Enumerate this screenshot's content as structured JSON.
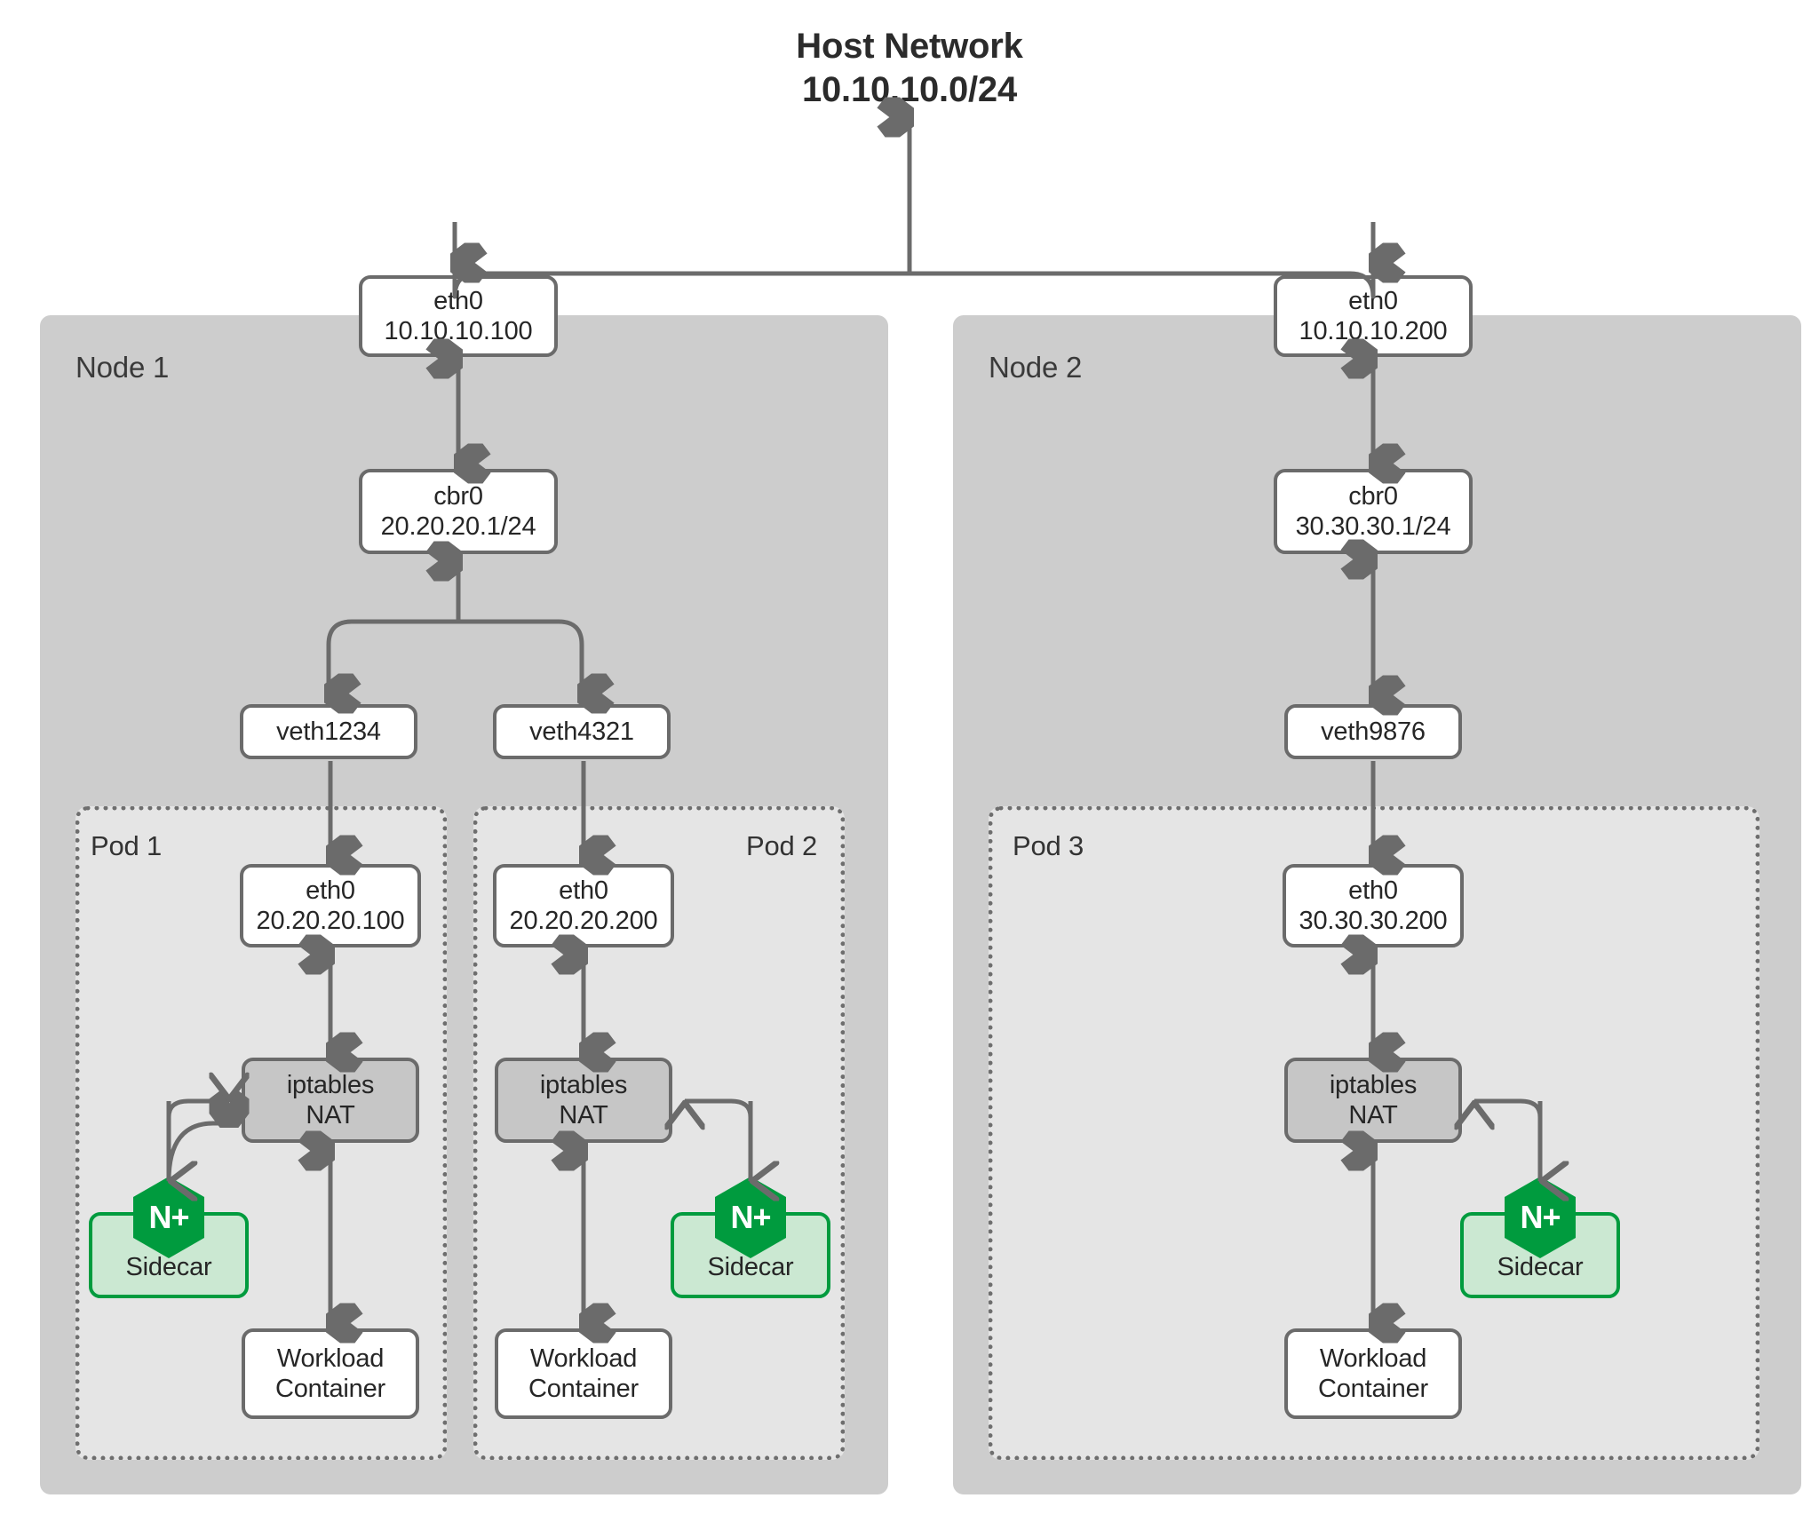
{
  "diagram": {
    "title_line1": "Host Network",
    "title_line2": "10.10.10.0/24",
    "colors": {
      "node_panel": "#cdcdcd",
      "pod_panel": "#e5e5e5",
      "box_border": "#6b6b6b",
      "nat_fill": "#c6c6c6",
      "sidecar_fill": "#cbe8d2",
      "sidecar_border": "#009b3e",
      "nginx_green": "#009b3e",
      "text": "#262626"
    }
  },
  "nodes": [
    {
      "label": "Node 1",
      "eth0": {
        "name": "eth0",
        "ip": "10.10.10.100"
      },
      "bridge": {
        "name": "cbr0",
        "ip": "20.20.20.1/24"
      },
      "veths": [
        "veth1234",
        "veth4321"
      ],
      "pods": [
        {
          "label": "Pod 1",
          "eth0": {
            "name": "eth0",
            "ip": "20.20.20.100"
          },
          "nat": {
            "line1": "iptables",
            "line2": "NAT"
          },
          "sidecar": {
            "label": "Sidecar",
            "badge": "N+"
          },
          "workload": {
            "line1": "Workload",
            "line2": "Container"
          }
        },
        {
          "label": "Pod 2",
          "eth0": {
            "name": "eth0",
            "ip": "20.20.20.200"
          },
          "nat": {
            "line1": "iptables",
            "line2": "NAT"
          },
          "sidecar": {
            "label": "Sidecar",
            "badge": "N+"
          },
          "workload": {
            "line1": "Workload",
            "line2": "Container"
          }
        }
      ]
    },
    {
      "label": "Node 2",
      "eth0": {
        "name": "eth0",
        "ip": "10.10.10.200"
      },
      "bridge": {
        "name": "cbr0",
        "ip": "30.30.30.1/24"
      },
      "veths": [
        "veth9876"
      ],
      "pods": [
        {
          "label": "Pod 3",
          "eth0": {
            "name": "eth0",
            "ip": "30.30.30.200"
          },
          "nat": {
            "line1": "iptables",
            "line2": "NAT"
          },
          "sidecar": {
            "label": "Sidecar",
            "badge": "N+"
          },
          "workload": {
            "line1": "Workload",
            "line2": "Container"
          }
        }
      ]
    }
  ]
}
